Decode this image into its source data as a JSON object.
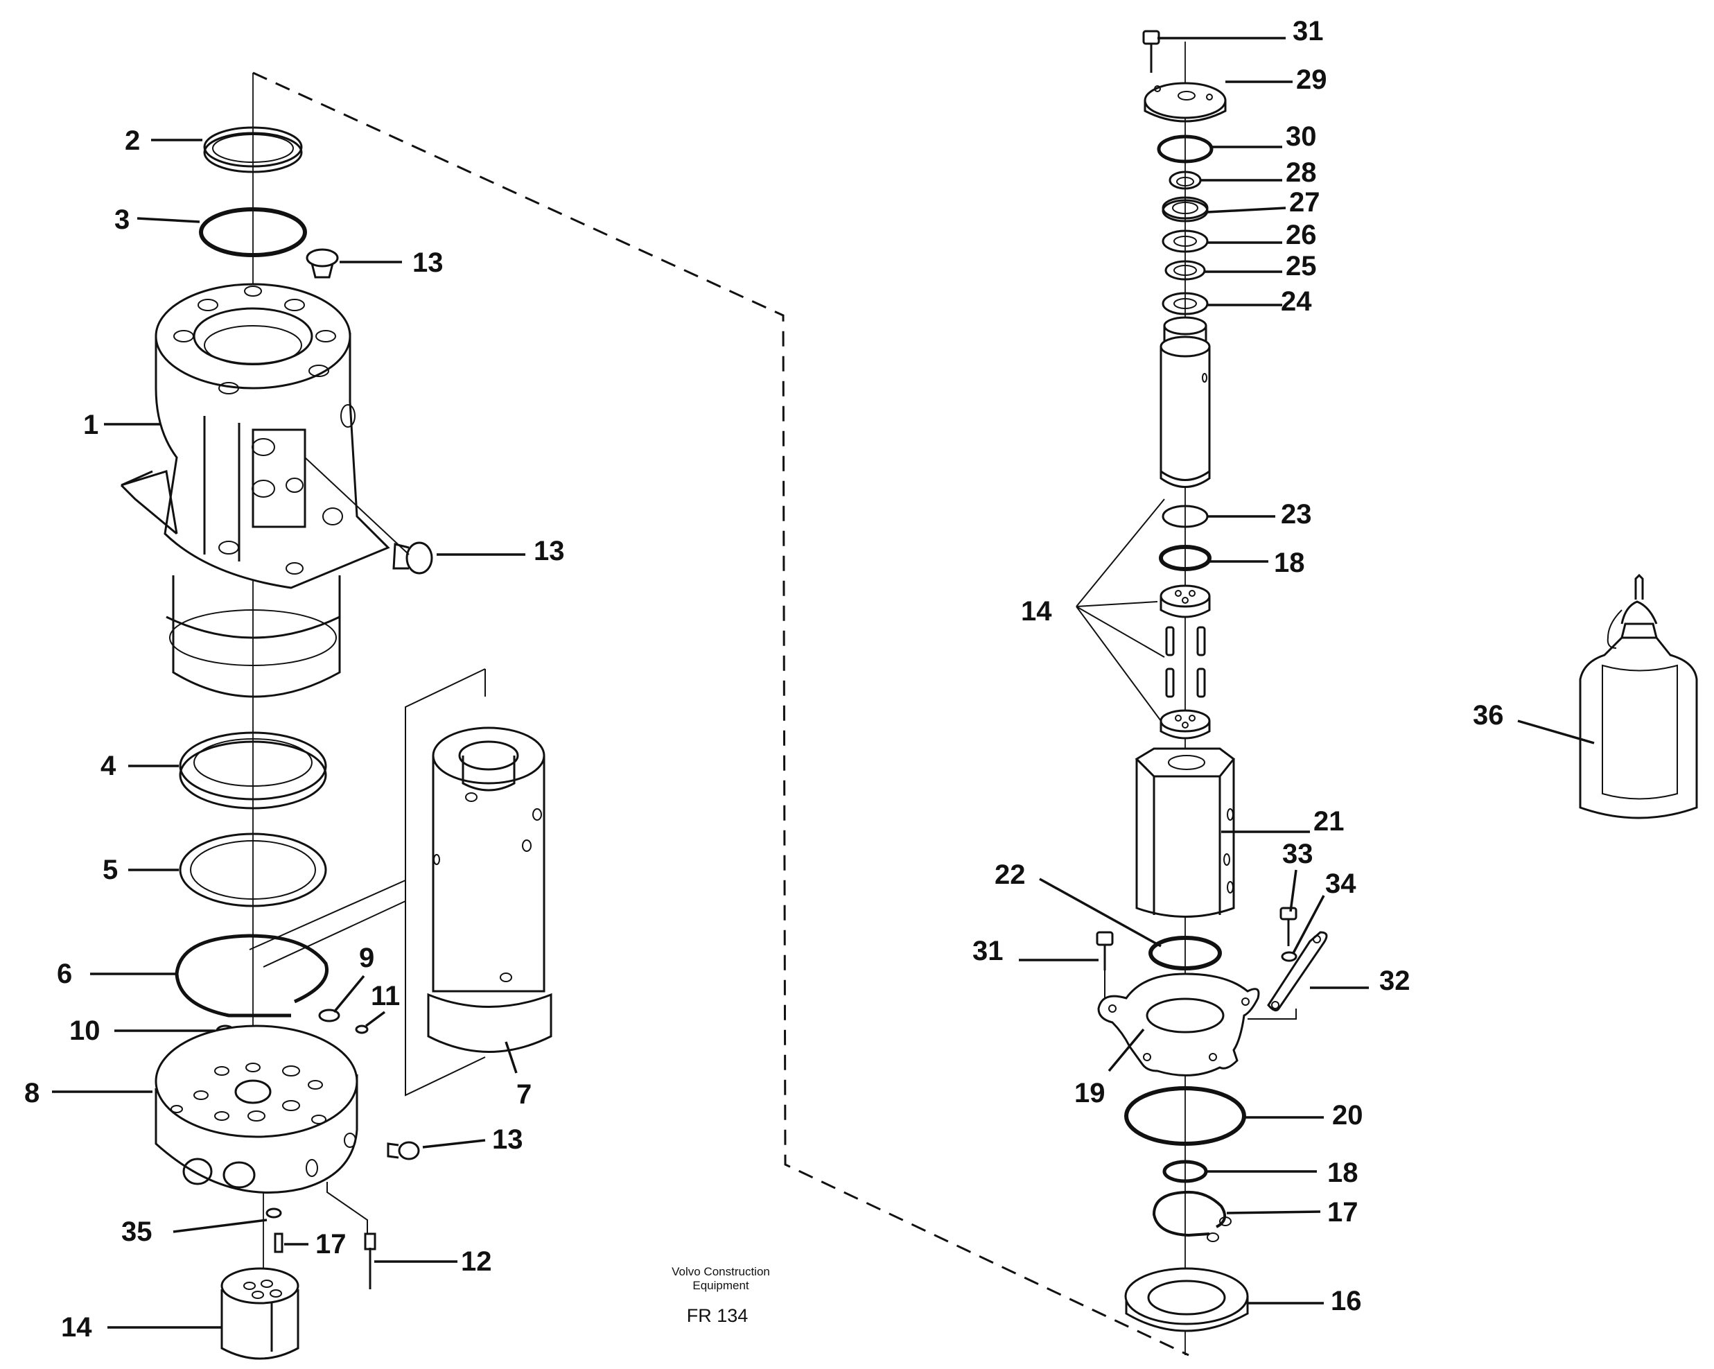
{
  "callouts": [
    {
      "id": "c2",
      "text": "2"
    },
    {
      "id": "c3",
      "text": "3"
    },
    {
      "id": "c13a",
      "text": "13"
    },
    {
      "id": "c1",
      "text": "1"
    },
    {
      "id": "c13b",
      "text": "13"
    },
    {
      "id": "c4",
      "text": "4"
    },
    {
      "id": "c5",
      "text": "5"
    },
    {
      "id": "c6",
      "text": "6"
    },
    {
      "id": "c9",
      "text": "9"
    },
    {
      "id": "c11",
      "text": "11"
    },
    {
      "id": "c10",
      "text": "10"
    },
    {
      "id": "c8",
      "text": "8"
    },
    {
      "id": "c7",
      "text": "7"
    },
    {
      "id": "c13c",
      "text": "13"
    },
    {
      "id": "c35",
      "text": "35"
    },
    {
      "id": "c17a",
      "text": "17"
    },
    {
      "id": "c12",
      "text": "12"
    },
    {
      "id": "c14a",
      "text": "14"
    },
    {
      "id": "c31a",
      "text": "31"
    },
    {
      "id": "c29",
      "text": "29"
    },
    {
      "id": "c30",
      "text": "30"
    },
    {
      "id": "c28",
      "text": "28"
    },
    {
      "id": "c27",
      "text": "27"
    },
    {
      "id": "c26",
      "text": "26"
    },
    {
      "id": "c25",
      "text": "25"
    },
    {
      "id": "c24",
      "text": "24"
    },
    {
      "id": "c23",
      "text": "23"
    },
    {
      "id": "c18a",
      "text": "18"
    },
    {
      "id": "c14b",
      "text": "14"
    },
    {
      "id": "c21",
      "text": "21"
    },
    {
      "id": "c22",
      "text": "22"
    },
    {
      "id": "c33",
      "text": "33"
    },
    {
      "id": "c34",
      "text": "34"
    },
    {
      "id": "c31b",
      "text": "31"
    },
    {
      "id": "c32",
      "text": "32"
    },
    {
      "id": "c19",
      "text": "19"
    },
    {
      "id": "c20",
      "text": "20"
    },
    {
      "id": "c18b",
      "text": "18"
    },
    {
      "id": "c17b",
      "text": "17"
    },
    {
      "id": "c16",
      "text": "16"
    },
    {
      "id": "c36",
      "text": "36"
    }
  ],
  "caption": {
    "brand_line1": "Volvo Construction",
    "brand_line2": "Equipment",
    "figure_code": "FR 134"
  }
}
